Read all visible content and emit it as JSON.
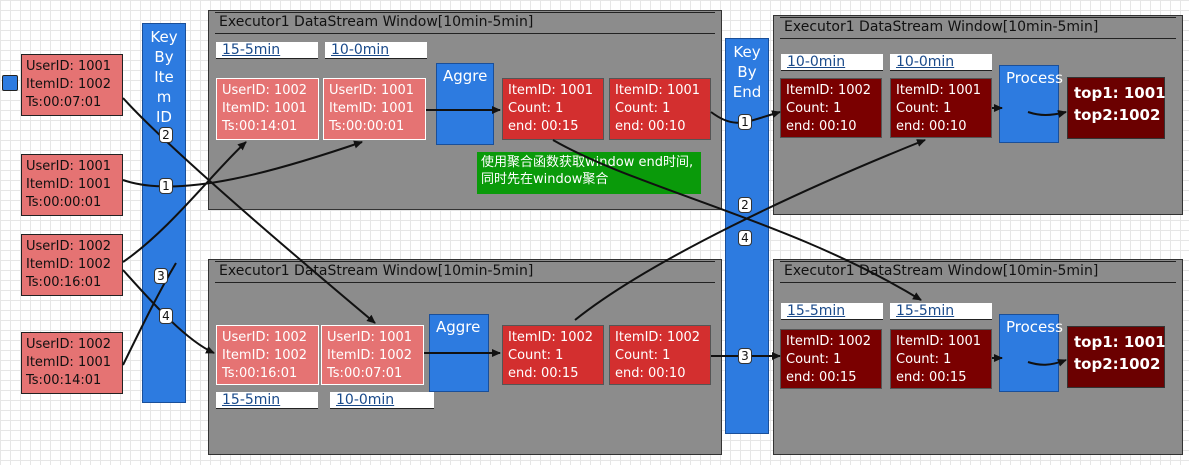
{
  "executors": [
    {
      "title": "Executor1 DataStream Window[10min-5min]"
    },
    {
      "title": "Executor1 DataStream Window[10min-5min]"
    },
    {
      "title": "Executor1 DataStream Window[10min-5min]"
    },
    {
      "title": "Executor1 DataStream Window[10min-5min]"
    }
  ],
  "keyby_item": [
    "Key",
    "By",
    "Item",
    "ID"
  ],
  "keyby_end": [
    "Key",
    "By",
    "End"
  ],
  "sources": [
    [
      "UserID: 1001",
      "ItemID: 1002",
      "Ts:00:07:01"
    ],
    [
      "UserID: 1001",
      "ItemID: 1001",
      "Ts:00:00:01"
    ],
    [
      "UserID: 1002",
      "ItemID: 1002",
      "Ts:00:16:01"
    ],
    [
      "UserID: 1002",
      "ItemID: 1001",
      "Ts:00:14:01"
    ]
  ],
  "win1": {
    "tags": [
      "15-5min",
      "10-0min"
    ],
    "records": [
      [
        "UserID: 1002",
        "ItemID: 1001",
        "Ts:00:14:01"
      ],
      [
        "UserID: 1001",
        "ItemID: 1001",
        "Ts:00:00:01"
      ]
    ],
    "aggre": "Aggre",
    "counts": [
      [
        "ItemID: 1001",
        "Count: 1",
        "end: 00:15"
      ],
      [
        "ItemID: 1001",
        "Count: 1",
        "end: 00:10"
      ]
    ]
  },
  "win2": {
    "tags": [
      "15-5min",
      "10-0min"
    ],
    "records": [
      [
        "UserID: 1002",
        "ItemID: 1002",
        "Ts:00:16:01"
      ],
      [
        "UserID: 1001",
        "ItemID: 1002",
        "Ts:00:07:01"
      ]
    ],
    "aggre": "Aggre",
    "counts": [
      [
        "ItemID: 1002",
        "Count: 1",
        "end: 00:15"
      ],
      [
        "ItemID: 1002",
        "Count: 1",
        "end: 00:10"
      ]
    ]
  },
  "win3": {
    "tags": [
      "10-0min",
      "10-0min"
    ],
    "counts": [
      [
        "ItemID: 1002",
        "Count: 1",
        "end: 00:10"
      ],
      [
        "ItemID: 1001",
        "Count: 1",
        "end: 00:10"
      ]
    ],
    "process": "Process",
    "result": [
      "top1: 1001",
      "top2:1002"
    ]
  },
  "win4": {
    "tags": [
      "15-5min",
      "15-5min"
    ],
    "counts": [
      [
        "ItemID: 1002",
        "Count: 1",
        "end: 00:15"
      ],
      [
        "ItemID: 1001",
        "Count: 1",
        "end: 00:15"
      ]
    ],
    "process": "Process",
    "result": [
      "top1: 1001",
      "top2:1002"
    ]
  },
  "note": "使用聚合函数获取window end时间,同时先在window聚合",
  "badges": [
    "2",
    "1",
    "3",
    "4",
    "1",
    "2",
    "4",
    "3"
  ],
  "colors": {
    "keyby": "#2d7be0",
    "record": "#e57373",
    "count": "#d32f2f",
    "dark": "#7a0000",
    "note": "#0a9a0a",
    "executor": "#8c8c8c"
  }
}
